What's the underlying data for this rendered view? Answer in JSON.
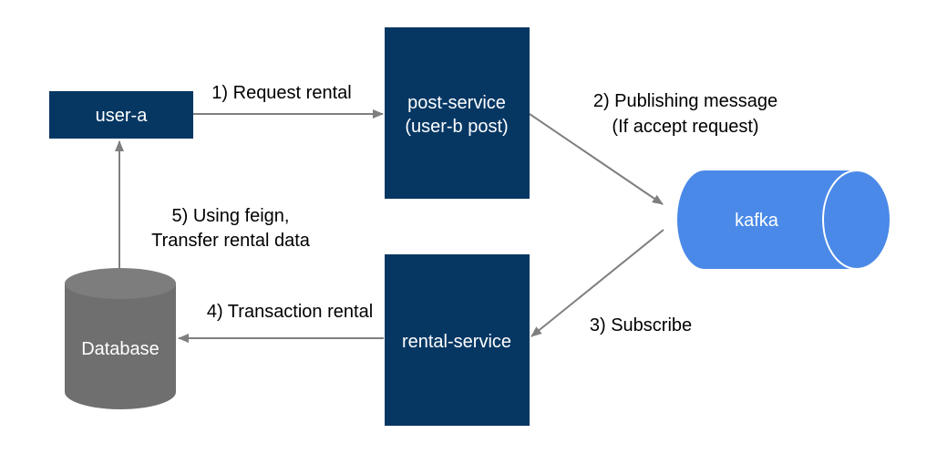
{
  "nodes": {
    "user_a": "user-a",
    "post_service": [
      "post-service",
      "(user-b post)"
    ],
    "kafka": "kafka",
    "rental_service": "rental-service",
    "database": "Database"
  },
  "edges": {
    "request_rental": "1) Request rental",
    "publishing": [
      "2) Publishing message",
      "(If accept request)"
    ],
    "subscribe": "3) Subscribe",
    "transaction": "4) Transaction rental",
    "feign": [
      "5) Using feign,",
      "Transfer rental data"
    ]
  },
  "colors": {
    "box_fill": "#063763",
    "kafka_fill": "#4a89e8",
    "database_fill": "#6f6f6f",
    "database_top": "#7d7d7d",
    "arrow": "#7f7f7f",
    "text_on_box": "#ffffff",
    "text": "#000000"
  }
}
